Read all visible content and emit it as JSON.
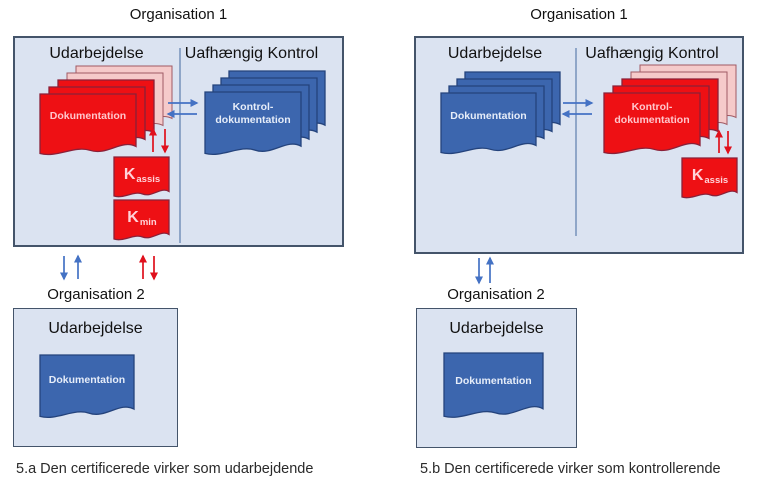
{
  "colors": {
    "panel_fill": "#dbe3f1",
    "panel_border": "#44546a",
    "divider": "#8fa6c8",
    "red_doc": "#ee1014",
    "red_doc_border": "#8a2038",
    "pink_doc": "#f5caca",
    "pink_doc_border": "#a05a64",
    "blue_doc": "#3c66ae",
    "blue_doc_border": "#24437c",
    "blue_arrow": "#4472c4",
    "red_arrow": "#e0101c",
    "red_doc_text": "#ffc6cc",
    "blue_doc_text": "#e6edf9"
  },
  "panel_a": {
    "org1_title": "Organisation 1",
    "heading_left": "Udarbejdelse",
    "heading_right": "Uafhængig Kontrol",
    "dokumentation_label": "Dokumentation",
    "kontrol_label_lines": [
      "Kontrol-",
      "dokumentation"
    ],
    "k_assis": {
      "main": "K",
      "sub": "assis"
    },
    "k_min": {
      "main": "K",
      "sub": "min"
    },
    "org2_title": "Organisation 2",
    "org2_heading": "Udarbejdelse",
    "org2_doc_label": "Dokumentation",
    "caption": "5.a Den certificerede virker som udarbejdende"
  },
  "panel_b": {
    "org1_title": "Organisation 1",
    "heading_left": "Udarbejdelse",
    "heading_right": "Uafhængig Kontrol",
    "dokumentation_label": "Dokumentation",
    "kontrol_label_lines": [
      "Kontrol-",
      "dokumentation"
    ],
    "k_assis": {
      "main": "K",
      "sub": "assis"
    },
    "org2_title": "Organisation 2",
    "org2_heading": "Udarbejdelse",
    "org2_doc_label": "Dokumentation",
    "caption": "5.b Den certificerede virker som kontrollerende"
  }
}
